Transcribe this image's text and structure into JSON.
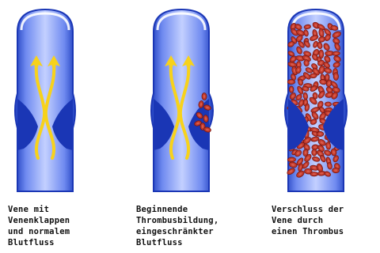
{
  "panels": [
    {
      "caption": [
        "Vene mit",
        "Venenklappen",
        "und normalem",
        "Blutfluss"
      ],
      "stage": "normal"
    },
    {
      "caption": [
        "Beginnende",
        "Thrombusbildung,",
        "eingeschränkter",
        "Blutfluss"
      ],
      "stage": "beginning-thrombus"
    },
    {
      "caption": [
        "Verschluss der",
        "Vene durch",
        "einen Thrombus"
      ],
      "stage": "occlusion"
    }
  ],
  "colors": {
    "vein_dark": "#1f3fbf",
    "vein_light": "#9fb2ff",
    "valve": "#1a36b5",
    "flow_arrow": "#f7d21b",
    "blood_cell": "#c0392b",
    "blood_cell_edge": "#7a1710",
    "background": "#ffffff"
  },
  "icons": {
    "flow": "arrow-up-icon",
    "clot": "blood-cell-cluster"
  }
}
